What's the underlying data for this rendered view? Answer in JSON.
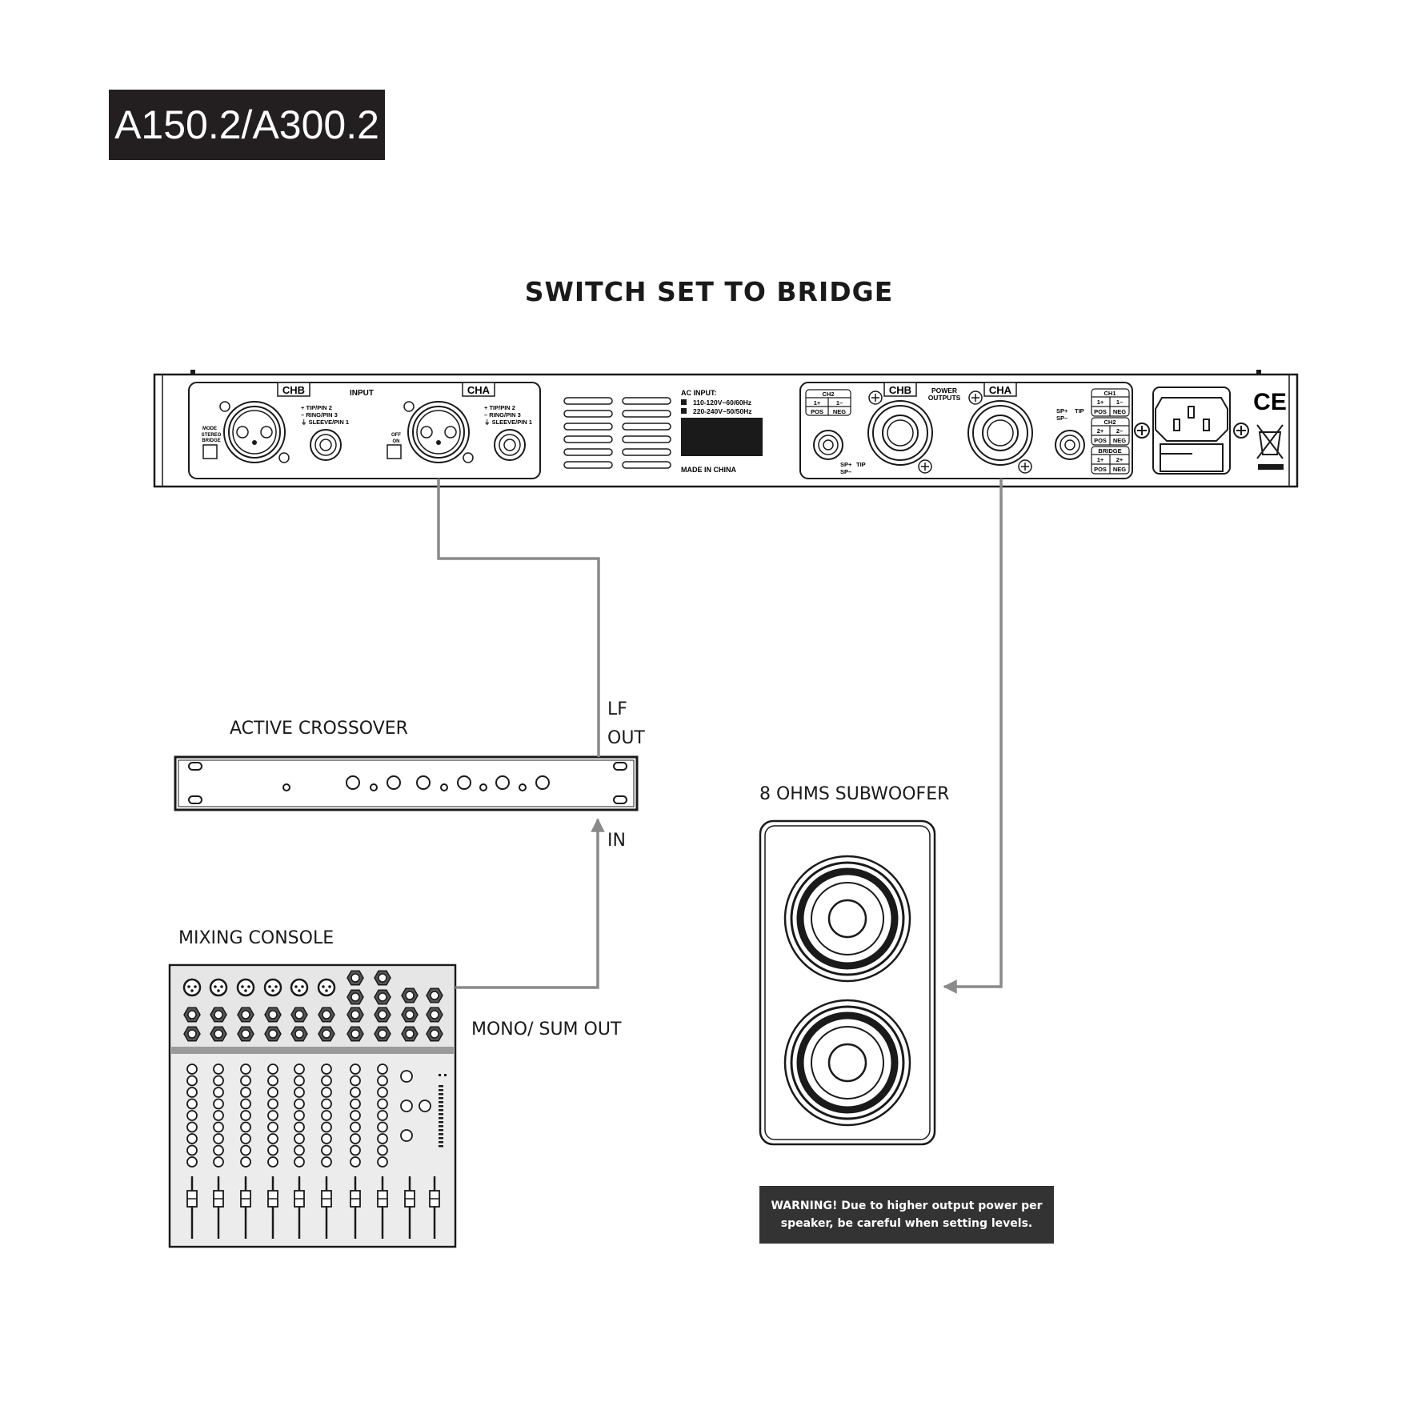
{
  "model": "A150.2/A300.2",
  "heading": "SWITCH SET TO BRIDGE",
  "amplifier": {
    "input_label": "INPUT",
    "chb": "CHB",
    "cha": "CHA",
    "pin_tip": "+ TIP/PIN 2",
    "pin_ring": "– RING/PIN 3",
    "pin_sleeve": "⏚ SLEEVE/PIN 1",
    "mode": "MODE",
    "stereo": "STEREO",
    "bridge": "BRIDGE",
    "off": "OFF",
    "on": "ON",
    "ac_input": "AC INPUT:",
    "ac_110": "110-120V~60/60Hz",
    "ac_220": "220-240V~50/50Hz",
    "made_in": "MADE IN CHINA",
    "power": "POWER",
    "outputs": "OUTPUTS",
    "ch1": "CH1",
    "ch2": "CH2",
    "bridge_tbl": "BRIDGE",
    "one_plus": "1+",
    "one_minus": "1–",
    "two_plus": "2+",
    "two_minus": "2–",
    "pos": "POS",
    "neg": "NEG",
    "sp_plus": "SP+",
    "sp_minus": "SP–",
    "tip": "TIP",
    "ce": "CE"
  },
  "labels": {
    "lf": "LF",
    "out": "OUT",
    "in": "IN",
    "crossover": "ACTIVE CROSSOVER",
    "console": "MIXING CONSOLE",
    "mono_sum": "MONO/ SUM OUT",
    "subwoofer": "8 OHMS SUBWOOFER"
  },
  "warning": {
    "line1": "WARNING! Due to higher output power per",
    "line2": "speaker, be careful when setting levels."
  },
  "colors": {
    "ink": "#1a1a1a",
    "cable": "#8a8a8a",
    "dark_panel": "#231f20",
    "console_fill": "#e6e6e6"
  }
}
